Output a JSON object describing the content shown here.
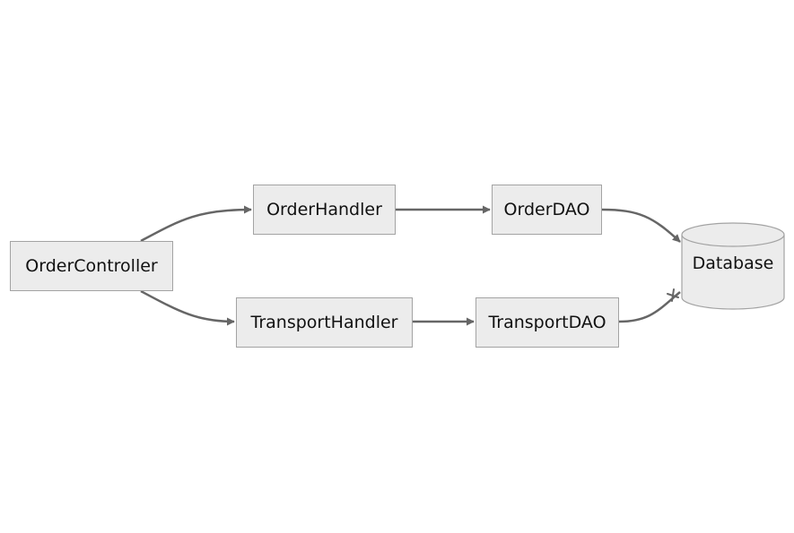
{
  "diagram": {
    "nodes": {
      "order_controller": "OrderController",
      "order_handler": "OrderHandler",
      "order_dao": "OrderDAO",
      "transport_handler": "TransportHandler",
      "transport_dao": "TransportDAO",
      "database": "Database"
    },
    "edges": [
      {
        "from": "OrderController",
        "to": "OrderHandler",
        "end": "arrow"
      },
      {
        "from": "OrderHandler",
        "to": "OrderDAO",
        "end": "arrow"
      },
      {
        "from": "OrderDAO",
        "to": "Database",
        "end": "arrow"
      },
      {
        "from": "OrderController",
        "to": "TransportHandler",
        "end": "arrow"
      },
      {
        "from": "TransportHandler",
        "to": "TransportDAO",
        "end": "arrow"
      },
      {
        "from": "TransportDAO",
        "to": "Database",
        "end": "cross"
      }
    ],
    "colors": {
      "node_fill": "#ececec",
      "node_border": "#a3a3a3",
      "edge": "#666666",
      "text": "#111111",
      "background": "#ffffff"
    }
  }
}
